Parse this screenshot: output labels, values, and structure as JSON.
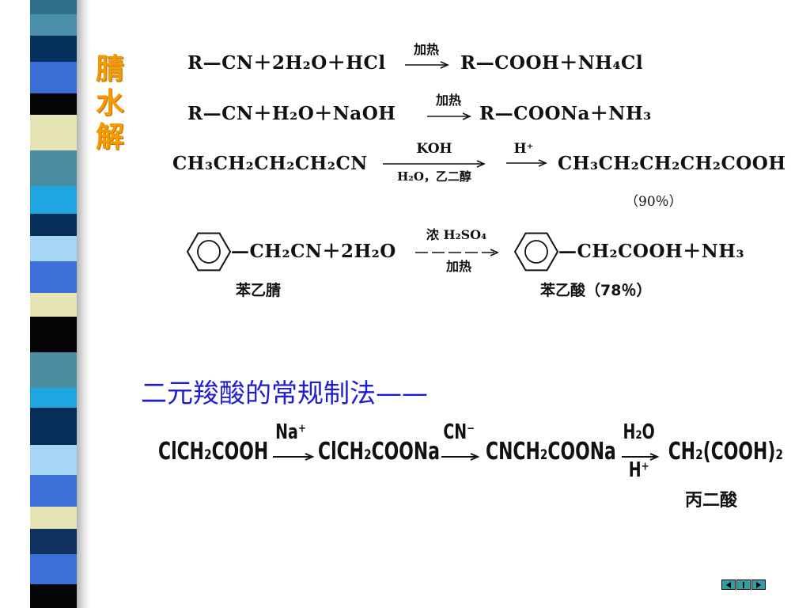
{
  "slide": {
    "title": "腈水解",
    "nitrile_hydrolysis": {
      "acid_hydrolysis": {
        "reactants": "R—CN＋2H₂O＋HCl",
        "condition": "加热",
        "products": "R—COOH＋NH₄Cl"
      },
      "base_hydrolysis": {
        "reactants": "R—CN＋H₂O＋NaOH",
        "condition": "加热",
        "products": "R—COONa＋NH₃"
      },
      "pentanoic_acid_example": {
        "reactant": "CH₃CH₂CH₂CH₂CN",
        "step1_reagent": "KOH",
        "step1_solvent": "H₂O，乙二醇",
        "step2_reagent": "H⁺",
        "product": "CH₃CH₂CH₂CH₂COOH",
        "yield": "（90％）"
      },
      "phenylacetic_acid_example": {
        "ring_icon": "benzene-ring-icon",
        "reactants": "—CH₂CN＋2H₂O",
        "condition_above": "浓 H₂SO₄",
        "condition_below": "加热",
        "products": "—CH₂COOH＋NH₃",
        "reactant_name": "苯乙腈",
        "product_name": "苯乙酸（78％）"
      }
    },
    "section_heading": "二元羧酸的常规制法——",
    "malonic_acid_synthesis": {
      "start": "ClCH₂COOH",
      "step1_reagent": "Na⁺",
      "intermediate1": "ClCH₂COONa",
      "step2_reagent": "CN⁻",
      "intermediate2": "CNCH₂COONa",
      "step3_above": "H₂O",
      "step3_below": "H⁺",
      "product": "CH₂(COOH)₂",
      "product_name": "丙二酸"
    }
  },
  "nav": {
    "prev_icon": "triangle-left-icon",
    "middle_icon": "bar-icon",
    "next_icon": "triangle-right-icon"
  },
  "theme": {
    "title_color": "#f59b00",
    "heading_color": "#1c1cd0",
    "text_color": "#111111",
    "nav_color": "#2aa0a8"
  }
}
